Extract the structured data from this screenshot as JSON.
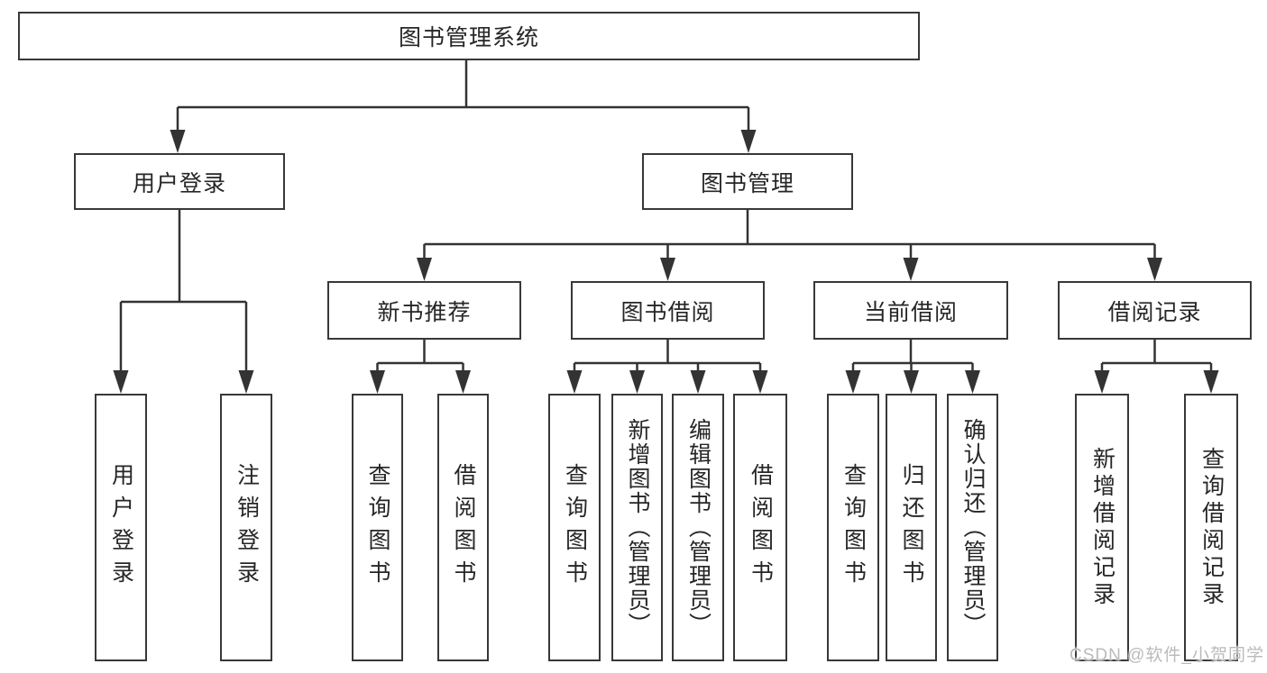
{
  "tree": {
    "root": {
      "label": "图书管理系统",
      "children": [
        {
          "label": "用户登录",
          "children": [
            {
              "label": "用户登录"
            },
            {
              "label": "注销登录"
            }
          ]
        },
        {
          "label": "图书管理",
          "children": [
            {
              "label": "新书推荐",
              "children": [
                {
                  "label": "查询图书"
                },
                {
                  "label": "借阅图书"
                }
              ]
            },
            {
              "label": "图书借阅",
              "children": [
                {
                  "label": "查询图书"
                },
                {
                  "label": "新增图书（管理员）"
                },
                {
                  "label": "编辑图书（管理员）"
                },
                {
                  "label": "借阅图书"
                }
              ]
            },
            {
              "label": "当前借阅",
              "children": [
                {
                  "label": "查询图书"
                },
                {
                  "label": "归还图书"
                },
                {
                  "label": "确认归还（管理员）"
                }
              ]
            },
            {
              "label": "借阅记录",
              "children": [
                {
                  "label": "新增借阅记录"
                },
                {
                  "label": "查询借阅记录"
                }
              ]
            }
          ]
        }
      ]
    }
  },
  "watermark": {
    "text": "CSDN @软件_小贺同学"
  },
  "colors": {
    "line": "#333333",
    "box_border": "#383838",
    "text": "#262626",
    "watermark": "#bcb9b9",
    "background": "#ffffff"
  }
}
